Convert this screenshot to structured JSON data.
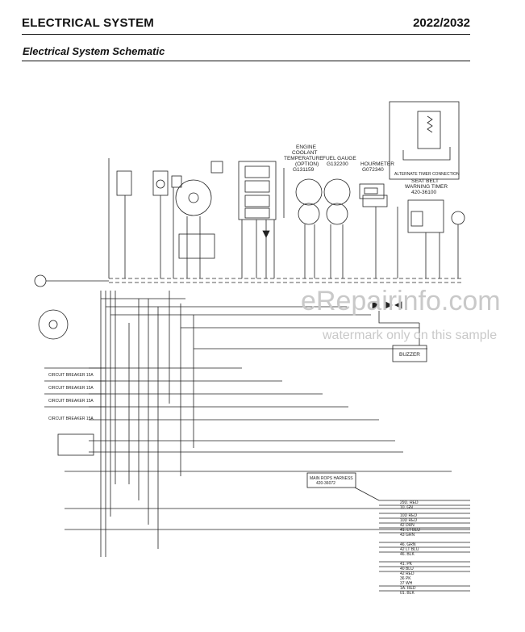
{
  "header": {
    "section_title": "ELECTRICAL SYSTEM",
    "model_numbers": "2022/2032"
  },
  "subtitle": "Electrical System Schematic",
  "components": {
    "engine_coolant_gauge": [
      "ENGINE",
      "COOLANT",
      "TEMPERATURE",
      "(OPTION)",
      "G131159"
    ],
    "fuel_gauge": [
      "FUEL GAUGE",
      "G132200"
    ],
    "hourmeter": [
      "HOURMETER",
      "G072340"
    ],
    "seat_belt_timer": [
      "SEAT BELT",
      "WARNING TIMER",
      "420-36100"
    ],
    "alternate_timer": "ALTERNATE TIMER CONNECTION",
    "buzzer": "BUZZER",
    "main_harness": [
      "MAIN ROPS HARNESS",
      "420-36072"
    ]
  },
  "circuit_breakers": [
    "CIRCUIT BREAKER 15A",
    "CIRCUIT BREAKER 15A",
    "CIRCUIT BREAKER 15A",
    "CIRCUIT BREAKER 15A"
  ],
  "harness_wires": [
    "29D. RED",
    "10. GN",
    "10D RED",
    "10D RED",
    "42 DRN",
    "41. LT BLU",
    "43 GRN",
    "46. GRN",
    "42 LT BLU",
    "46. BLK",
    "41. PK",
    "40 BLU",
    "42 RED",
    "36 PK",
    "37 WH",
    "1A. RED",
    "01. BLK"
  ],
  "watermark": {
    "brand": "eRepairinfo.com",
    "note": "watermark only on this sample"
  }
}
